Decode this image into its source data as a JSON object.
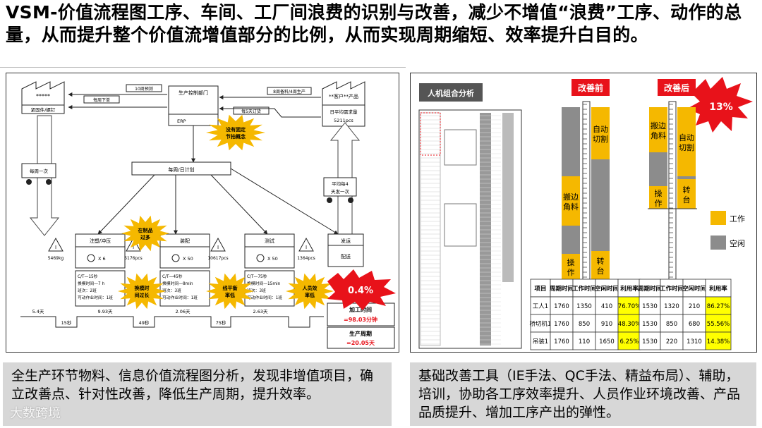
{
  "title": "VSM-价值流程图工序、车间、工厂间浪费的识别与改善，减少不增值“浪费”工序、动作的总量，从而提升整个价值流增值部分的比例，从而实现周期缩短、效率提升白目的。",
  "vsm": {
    "supplier": "*****",
    "supplier_sub": "紧固件/螺钉",
    "monthly_forecast": "10周预测",
    "weekly_order": "每周下单",
    "control": "生产控制部门",
    "erp": "ERP",
    "customer": "**客户**产品",
    "customer_order": "8周备料/4周生产",
    "daily_order": "每5天订货",
    "daily_demand": "日平均需求量",
    "daily_demand_val": "5211pcs",
    "weekly_plan": "每周/日计划",
    "ship_supplier": "每周一次",
    "ship_customer_1": "平均每4",
    "ship_customer_2": "天发一次",
    "processes": [
      "注塑/冲压",
      "装配",
      "测试"
    ],
    "shipping": "发运",
    "shipping_sub": "配送",
    "operators": [
      "X 6",
      "X 50",
      "X 50"
    ],
    "inventory": [
      "5469kg",
      "5176pcs",
      "10617pcs",
      "1364pcs"
    ],
    "data_lines": [
      [
        "C/T—15秒",
        "换模时间—7 h",
        "班次：2班",
        "可动作业时间：1班"
      ],
      [
        "C/T—45秒",
        "换模时间—8min",
        "班次：3班",
        "可动作业时间：1班"
      ],
      [
        "C/T—75秒",
        "换模时间—15min",
        "班次：3班",
        "可动作业时间：1班"
      ]
    ],
    "timeline_days": [
      "5.4天",
      "9.93天",
      "2.06天",
      "2.63天"
    ],
    "timeline_secs": [
      "15秒",
      "49秒",
      "75秒"
    ],
    "bursts": [
      "没有固定节拍概念",
      "在制品过多",
      "换模时间过长",
      "线平衡率低",
      "人员效率低"
    ],
    "percent": "0.4%",
    "process_time_label": "加工时间",
    "process_time_val": "=98.03分钟",
    "lead_time_label": "生产周期",
    "lead_time_val": "=20.05天"
  },
  "machine": {
    "header": "人机组合分析",
    "before": "改善前",
    "after": "改善后",
    "percent": "13%",
    "before_bars": {
      "left": [
        "搬边角料",
        "操作"
      ],
      "right": [
        "自动切割",
        "转台"
      ]
    },
    "after_bars": {
      "left": [
        "搬边角料",
        "操作"
      ],
      "right": [
        "自动切割",
        "转台"
      ]
    },
    "legend": [
      "工作",
      "空闲"
    ],
    "table_headers": [
      "项目",
      "周期时间",
      "工作时间",
      "空闲时间",
      "利用率"
    ],
    "table_before": [
      [
        "工人1",
        "1760",
        "1350",
        "410",
        "76.70%"
      ],
      [
        "桥切机1",
        "1760",
        "850",
        "910",
        "48.30%"
      ],
      [
        "吊装1",
        "1760",
        "110",
        "1650",
        "6.25%"
      ]
    ],
    "table_after_headers": [
      "周期时间",
      "工作时间",
      "空闲时间",
      "利用率"
    ],
    "table_after": [
      [
        "1530",
        "1320",
        "210",
        "86.27%"
      ],
      [
        "1530",
        "850",
        "680",
        "55.56%"
      ],
      [
        "1530",
        "220",
        "1310",
        "14.38%"
      ]
    ],
    "colors": {
      "work": "#f5b800",
      "idle": "#8c8c8c",
      "highlight": "#ffff00",
      "red": "#e8121a"
    }
  },
  "captions": {
    "left": "全生产环节物料、信息价值流程图分析，发现非增值项目，确立改善点、针对性改善，降低生产周期，提升效率。",
    "right": "基础改善工具（IE手法、QC手法、精益布局）、辅助，培训，协助各工序效率提升、人员作业环境改善、产品品质提升、增加工序产出的弹性。"
  },
  "watermark": "大数跨境"
}
